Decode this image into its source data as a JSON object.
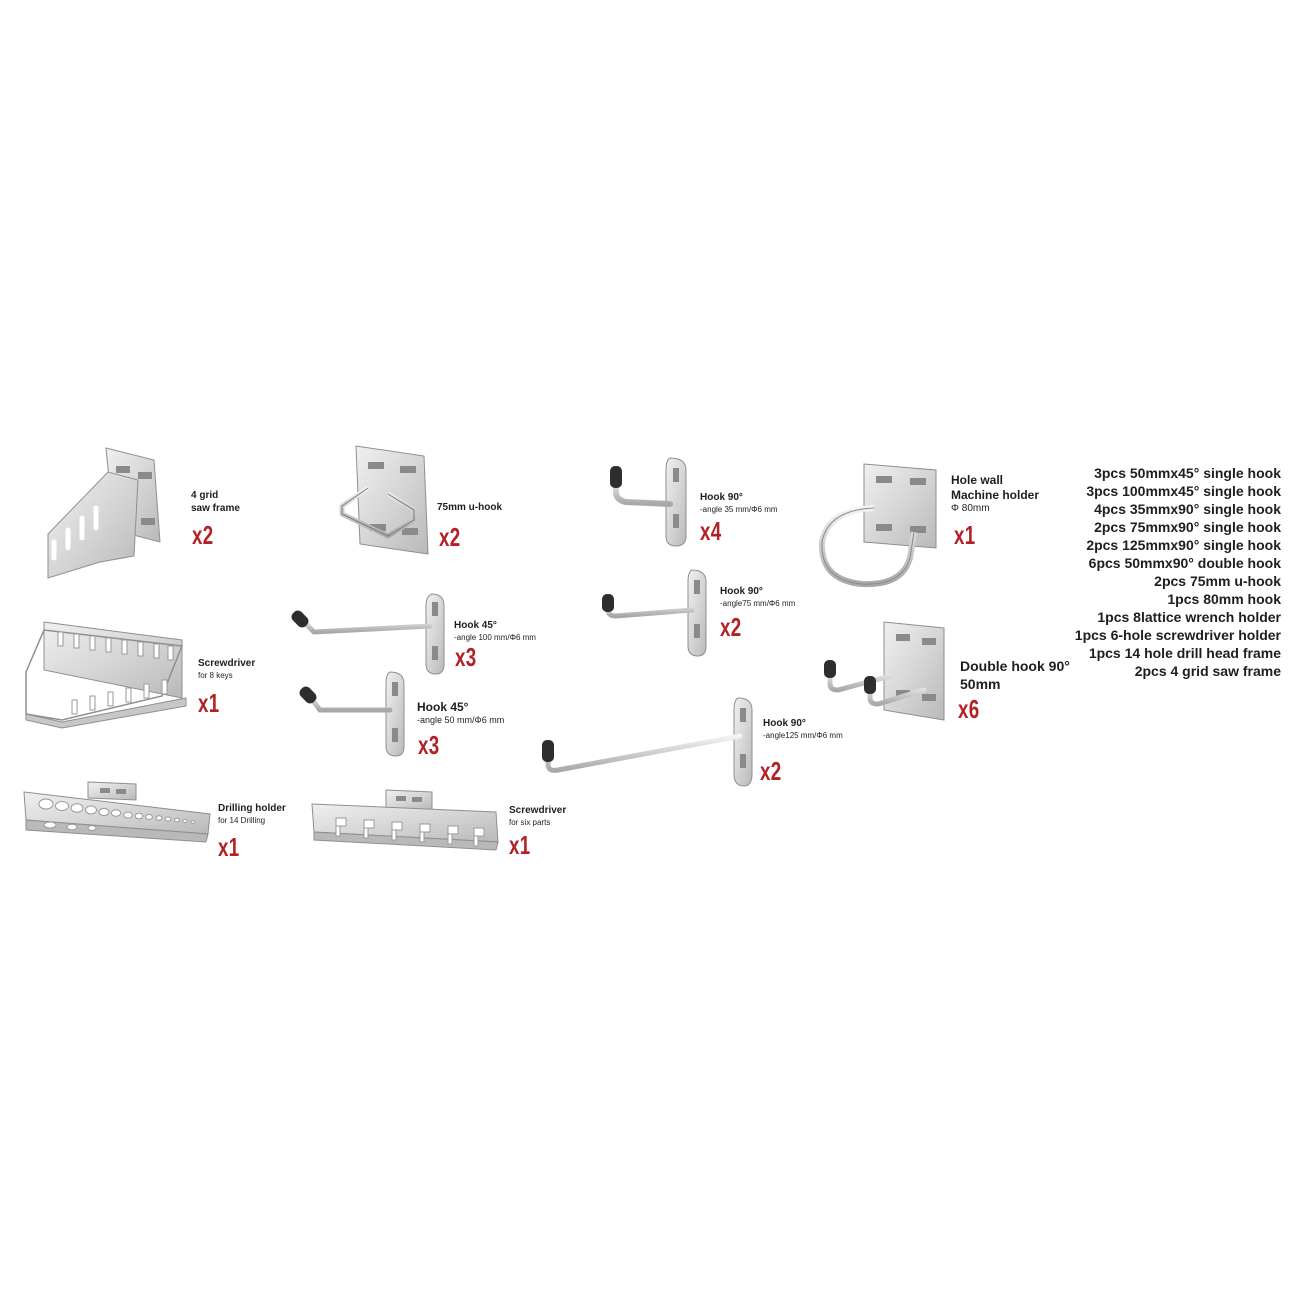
{
  "items": [
    {
      "id": "saw-frame-4grid",
      "lines": [
        "4 grid",
        "saw frame"
      ],
      "qty": "x2"
    },
    {
      "id": "u-hook-75",
      "lines": [
        "75mm u-hook"
      ],
      "qty": "x2"
    },
    {
      "id": "hook90-35",
      "title": "Hook 90°",
      "spec": "-angle 35 mm/Φ6 mm",
      "qty": "x4"
    },
    {
      "id": "machine-holder",
      "lines": [
        "Hole wall",
        "Machine holder"
      ],
      "spec": "Φ 80mm",
      "qty": "x1"
    },
    {
      "id": "screwdriver-8",
      "title": "Screwdriver",
      "spec": "for 8 keys",
      "qty": "x1"
    },
    {
      "id": "hook45-100",
      "title": "Hook 45°",
      "spec": "-angle  100  mm/Φ6 mm",
      "qty": "x3"
    },
    {
      "id": "hook90-75",
      "title": "Hook 90°",
      "spec": "-angle75 mm/Φ6 mm",
      "qty": "x2"
    },
    {
      "id": "double-hook",
      "lines": [
        "Double hook 90°",
        "50mm"
      ],
      "qty": "x6"
    },
    {
      "id": "hook45-50",
      "title": "Hook 45°",
      "spec": "-angle 50 mm/Φ6 mm",
      "qty": "x3"
    },
    {
      "id": "hook90-125",
      "title": "Hook 90°",
      "spec": "-angle125 mm/Φ6 mm",
      "qty": "x2"
    },
    {
      "id": "drilling-holder",
      "title": "Drilling holder",
      "spec": "for 14 Drilling",
      "qty": "x1"
    },
    {
      "id": "screwdriver-6",
      "title": "Screwdriver",
      "spec": "for six parts",
      "qty": "x1"
    }
  ],
  "contents_list": [
    "3pcs 50mmx45° single hook",
    "3pcs 100mmx45° single hook",
    "4pcs 35mmx90° single hook",
    "2pcs 75mmx90° single hook",
    "2pcs 125mmx90° single hook",
    "6pcs 50mmx90° double hook",
    "2pcs 75mm u-hook",
    "1pcs 80mm hook",
    "1pcs 8lattice wrench holder",
    "1pcs 6-hole screwdriver holder",
    "1pcs 14 hole drill head frame",
    "2pcs 4 grid saw frame"
  ],
  "colors": {
    "quantity": "#b32124",
    "text": "#1e1e1e",
    "metal": "#d9d9d9",
    "metal_edge": "#8f8f8f",
    "rubber_cap": "#2e2e2e"
  }
}
